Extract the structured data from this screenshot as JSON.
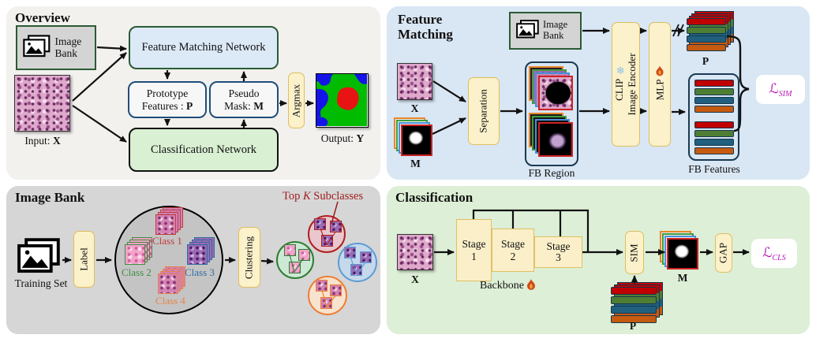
{
  "colors": {
    "panel_overview": "#F2F1EE",
    "panel_matching": "#D9E6F4",
    "panel_bank": "#D6D6D6",
    "panel_classification": "#DDEFD6",
    "op_box_fill": "#FBF1CA",
    "op_box_border": "#DDBE5F",
    "bar_red": "#C00000",
    "bar_green": "#4E7E33",
    "bar_blue": "#20607E",
    "bar_orange": "#C55A11",
    "loss_magenta": "#B517B5",
    "topk_red": "#9E1B1B",
    "seg_green": "#00BB00",
    "seg_blue": "#1414E8",
    "seg_red": "#E81414"
  },
  "overview": {
    "title": "Overview",
    "bank_label": "Image Bank",
    "input_prefix": "Input: ",
    "input_var": "X",
    "fmn_label": "Feature Matching Network",
    "proto_line1": "Prototype",
    "proto_line2": "Features : ",
    "proto_var": "P",
    "pseudo_line1": "Pseudo",
    "pseudo_line2": "Mask: ",
    "pseudo_var": "M",
    "cls_label": "Classification Network",
    "argmax_label": "Argmax",
    "output_prefix": "Output: ",
    "output_var": "Y"
  },
  "feature_matching": {
    "title1": "Feature",
    "title2": "Matching",
    "bank_label": "Image Bank",
    "x_label": "X",
    "m_label": "M",
    "separation_label": "Separation",
    "fb_region_label": "FB Region",
    "clip_label": "CLIP",
    "encoder_label": "Image Encoder",
    "mlp_label": "MLP",
    "p_label": "P",
    "fb_features_label": "FB Features",
    "loss_l": "ℒ",
    "loss_sub": "SIM"
  },
  "image_bank": {
    "title": "Image Bank",
    "topk_pre": "Top ",
    "topk_k": "K",
    "topk_post": " Subclasses",
    "training_label": "Training Set",
    "label_op": "Label",
    "classes": [
      "Class 1",
      "Class 2",
      "Class 3",
      "Class 4"
    ],
    "clustering_label": "Clustering"
  },
  "classification": {
    "title": "Classification",
    "x_label": "X",
    "stage_word": "Stage",
    "stages": [
      "1",
      "2",
      "3"
    ],
    "backbone_label": "Backbone",
    "sim_label": "SIM",
    "p_label": "P",
    "m_label": "M",
    "gap_label": "GAP",
    "loss_l": "ℒ",
    "loss_sub": "CLS"
  }
}
